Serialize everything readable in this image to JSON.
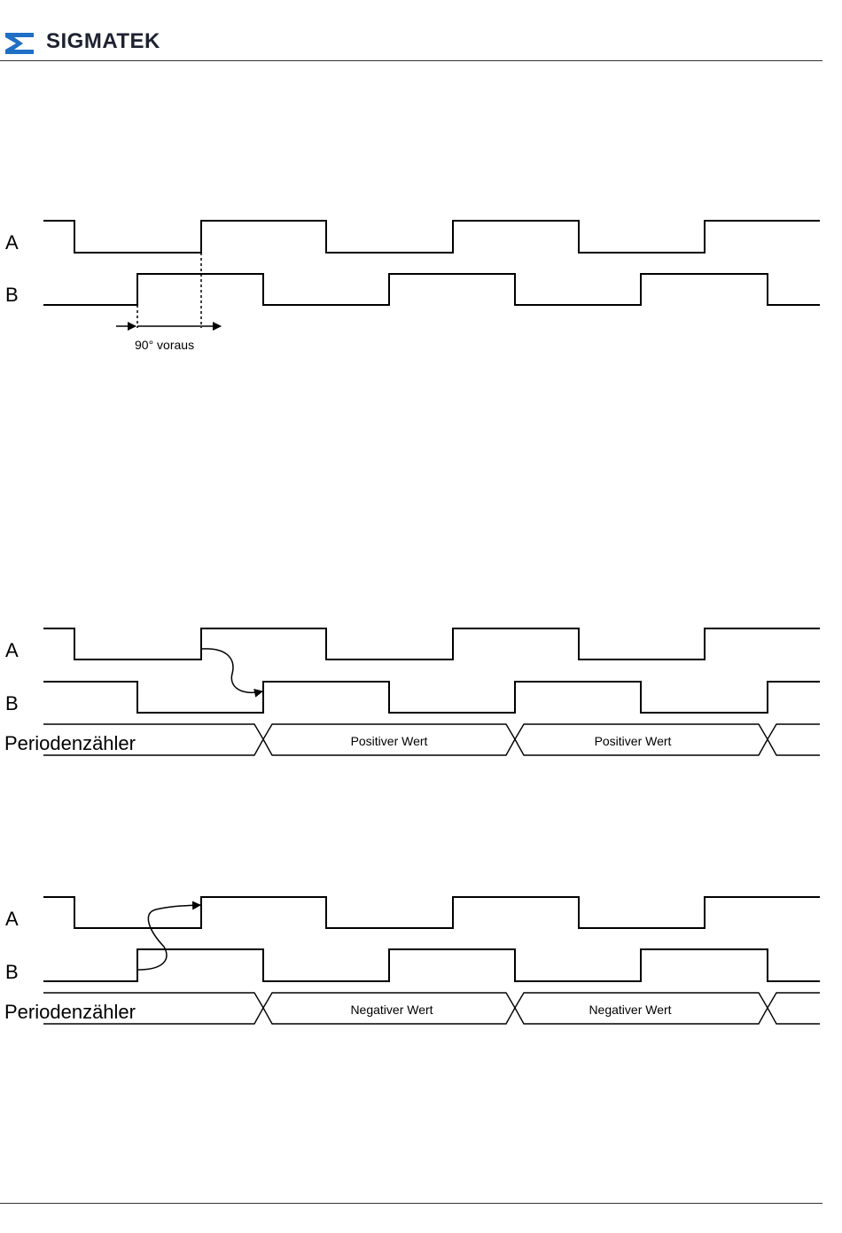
{
  "header": {
    "logo_text": "SIGMATEK",
    "logo_icon": "sigmatek-logo-icon"
  },
  "diagram1": {
    "label_a": "A",
    "label_b": "B",
    "phase_annotation": "90° voraus"
  },
  "diagram2": {
    "label_a": "A",
    "label_b": "B",
    "counter_label": "Periodenzähler",
    "values": [
      "Positiver Wert",
      "Positiver Wert"
    ]
  },
  "diagram3": {
    "label_a": "A",
    "label_b": "B",
    "counter_label": "Periodenzähler",
    "values": [
      "Negativer Wert",
      "Negativer Wert"
    ]
  },
  "colors": {
    "logo_blue": "#1f6fc5",
    "logo_text": "#1c2230",
    "line": "#000000"
  }
}
